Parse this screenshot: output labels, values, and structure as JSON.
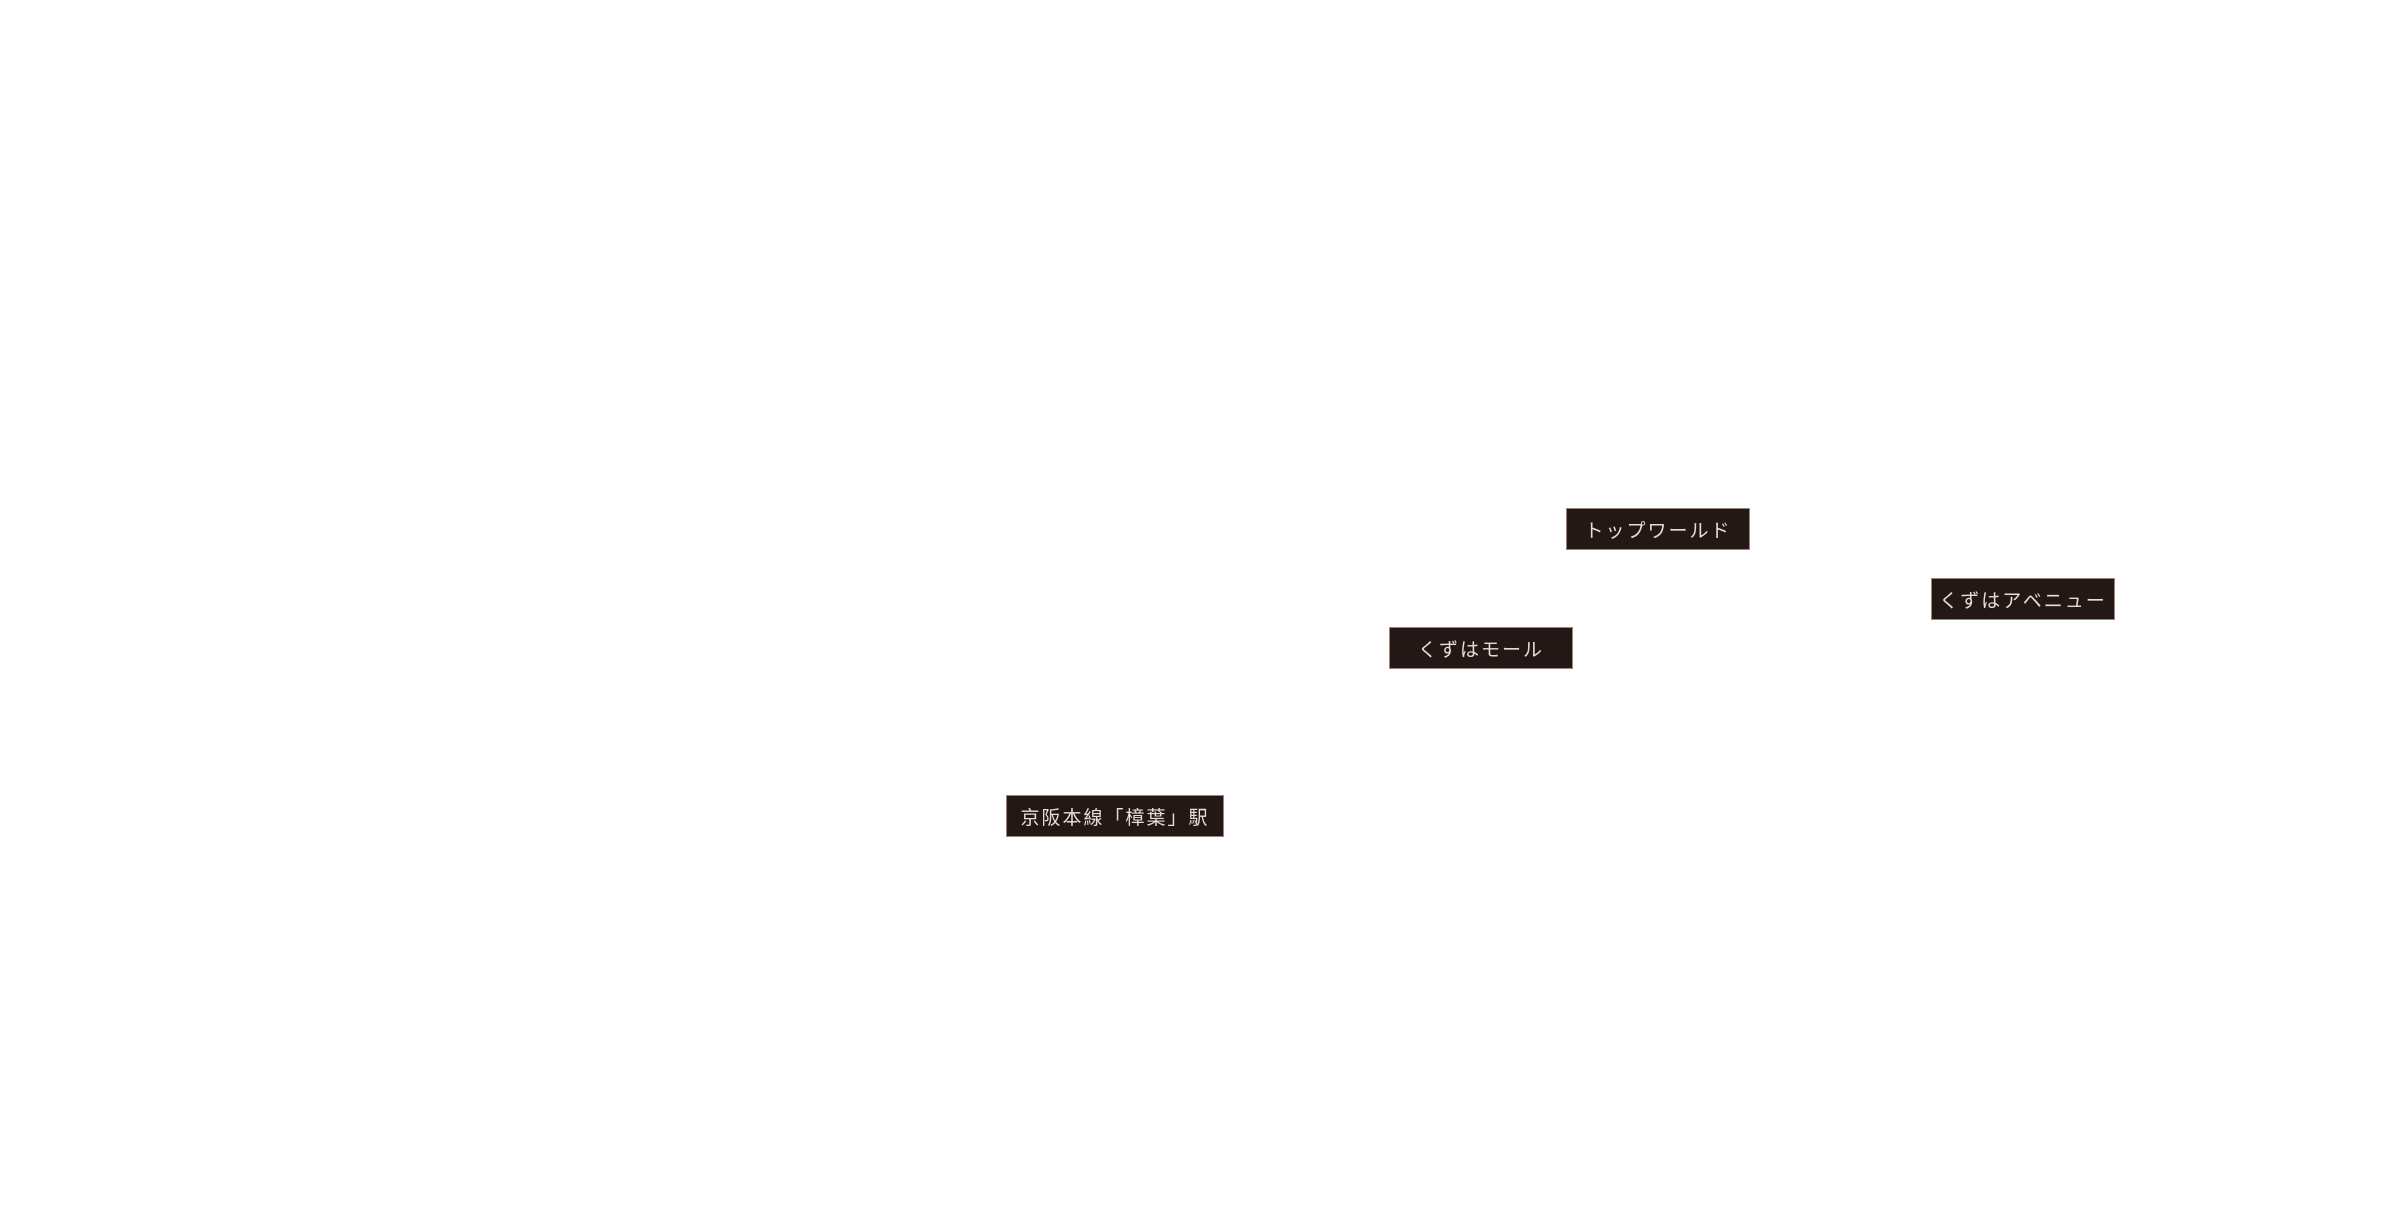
{
  "map": {
    "labels": {
      "top_world": "トップワールド",
      "kuzuha_avenue": "くずはアベニュー",
      "kuzuha_mall": "くずはモール",
      "station": "京阪本線「樟葉」駅"
    },
    "colors": {
      "background": "#ffffff",
      "label_fill": "#231815",
      "label_border": "#9a8576",
      "label_text": "#e8ddd2"
    }
  }
}
